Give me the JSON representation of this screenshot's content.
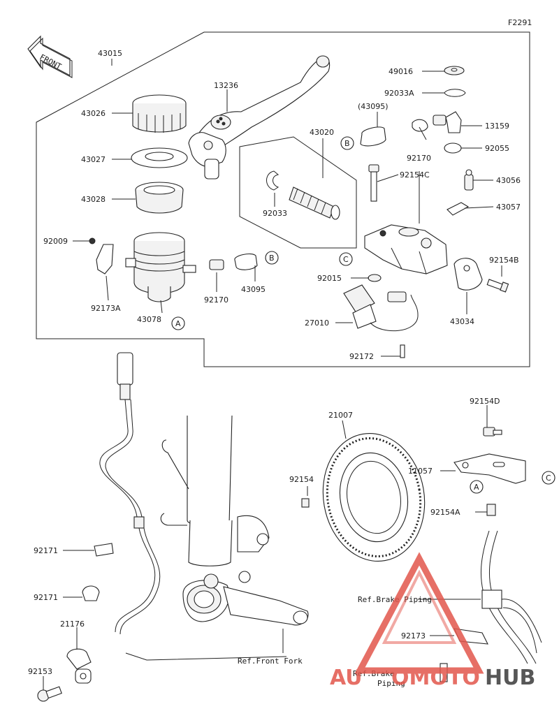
{
  "figure_code": "F2291",
  "front_label": "FRONT",
  "parts": {
    "p43015": "43015",
    "p13236": "13236",
    "p43026": "43026",
    "p43027": "43027",
    "p43028": "43028",
    "p92009": "92009",
    "p92173A": "92173A",
    "p43078": "43078",
    "p92170a": "92170",
    "p43095a": "43095",
    "p92033": "92033",
    "p43020": "43020",
    "p43095b": "(43095)",
    "p92170b": "92170",
    "p49016": "49016",
    "p92033A": "92033A",
    "p13159": "13159",
    "p92055": "92055",
    "p92154C": "92154C",
    "p43056": "43056",
    "p43057": "43057",
    "p92154B": "92154B",
    "p92015": "92015",
    "p43034": "43034",
    "p27010": "27010",
    "p92172": "92172",
    "p21007": "21007",
    "p92154D": "92154D",
    "p11057": "11057",
    "p92154": "92154",
    "p92154A": "92154A",
    "p92171a": "92171",
    "p92171b": "92171",
    "p21176": "21176",
    "p92153": "92153",
    "p92173": "92173"
  },
  "refs": {
    "brake_piping_1": "Ref.Brake Piping",
    "brake_piping_2a": "Ref.Brake",
    "brake_piping_2b": "Piping",
    "front_fork": "Ref.Front Fork"
  },
  "callouts": {
    "A1": "A",
    "A2": "A",
    "B1": "B",
    "B2": "B",
    "C1": "C",
    "C2": "C"
  },
  "watermark": {
    "text_a": "AU",
    "text_b": "OMOTO",
    "text_c": "HUB"
  }
}
